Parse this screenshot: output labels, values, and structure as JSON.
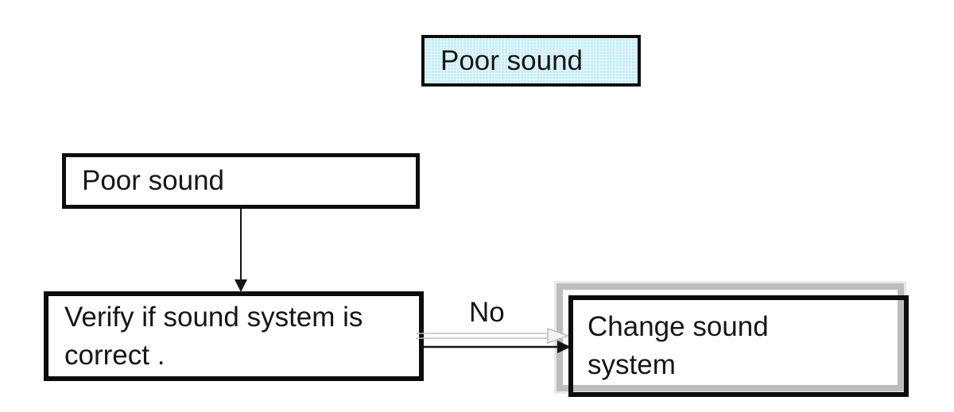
{
  "flowchart": {
    "nodes": {
      "poor_sound_top": {
        "label": "Poor sound"
      },
      "poor_sound_left": {
        "label": "Poor sound"
      },
      "verify": {
        "lines": [
          "Verify if sound system is",
          "correct ."
        ]
      },
      "change": {
        "lines": [
          "Change sound",
          "system"
        ]
      }
    },
    "edges": {
      "poor_to_verify": {
        "label": ""
      },
      "verify_to_change": {
        "label": "No"
      }
    },
    "colors": {
      "node_border": "#0d0d0d",
      "highlight_fill": "#c5edf7",
      "highlight_grid_line": "#e8f8fb",
      "ghost_border": "#bdbdbd",
      "ghost_outline": "#e9e9e9",
      "arrow_black": "#161616",
      "arrow_gray": "#c0c0c0",
      "background": "#ffffff"
    }
  }
}
